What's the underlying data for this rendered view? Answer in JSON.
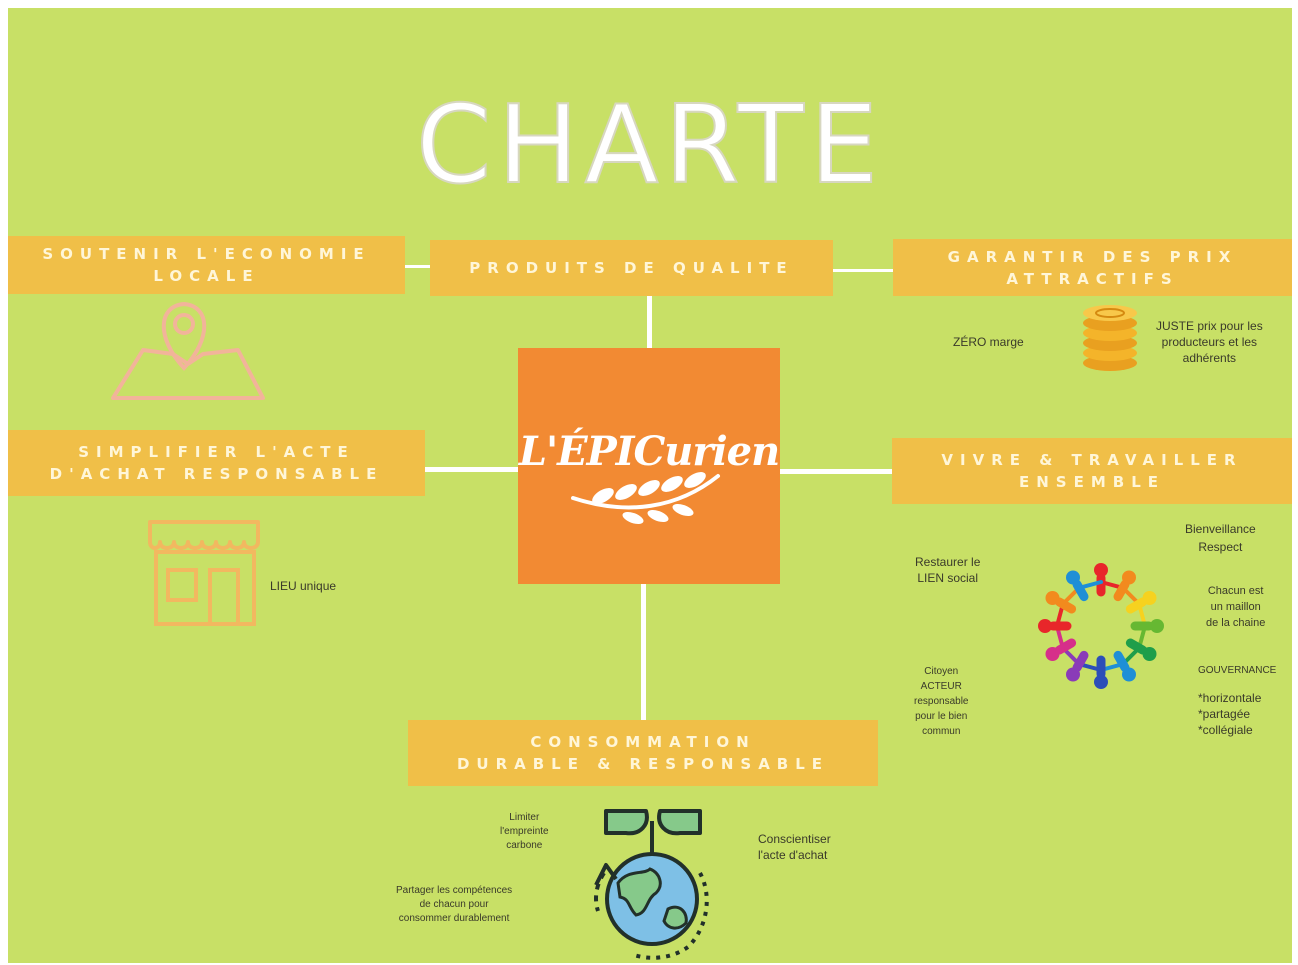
{
  "title": "CHARTE",
  "logo": {
    "text": "L'ÉPICurien"
  },
  "sections": {
    "economie": {
      "lines": [
        "SOUTENIR L'ECONOMIE",
        "LOCALE"
      ]
    },
    "qualite": {
      "lines": [
        "PRODUITS DE QUALITE"
      ]
    },
    "prix": {
      "lines": [
        "GARANTIR DES PRIX",
        "ATTRACTIFS"
      ]
    },
    "achat": {
      "lines": [
        "SIMPLIFIER L'ACTE",
        "D'ACHAT RESPONSABLE"
      ]
    },
    "vivre": {
      "lines": [
        "VIVRE & TRAVAILLER",
        "ENSEMBLE"
      ]
    },
    "consommation": {
      "lines": [
        "CONSOMMATION",
        "DURABLE & RESPONSABLE"
      ]
    }
  },
  "notes": {
    "zero_marge": "ZÉRO marge",
    "juste_prix": [
      "JUSTE prix pour les",
      "producteurs et les",
      "adhérents"
    ],
    "lieu_unique": "LIEU unique",
    "bienveillance": [
      "Bienveillance",
      "Respect"
    ],
    "restaurer": [
      "Restaurer le",
      "LIEN social"
    ],
    "maillon": [
      "Chacun est",
      "un maillon",
      "de la chaine"
    ],
    "citoyen": [
      "Citoyen",
      "ACTEUR",
      "responsable",
      "pour le bien",
      "commun"
    ],
    "gouvernance_title": "GOUVERNANCE",
    "gouvernance_items": [
      "*horizontale",
      "*partagée",
      "*collégiale"
    ],
    "limiter": [
      "Limiter",
      "l'empreinte",
      "carbone"
    ],
    "conscientiser": [
      "Conscientiser",
      "l'acte d'achat"
    ],
    "partager": [
      "Partager les compétences",
      "de chacun pour",
      "consommer durablement"
    ]
  },
  "colors": {
    "background": "#c8e066",
    "banner": "#f0bf48",
    "center": "#f28a33",
    "connector": "#ffffff",
    "icon_pink": "#f2b49a",
    "icon_orange": "#f2b860"
  },
  "icons": [
    "map-pin-icon",
    "shop-icon",
    "coins-icon",
    "people-circle-icon",
    "earth-plant-icon",
    "wheat-icon"
  ]
}
